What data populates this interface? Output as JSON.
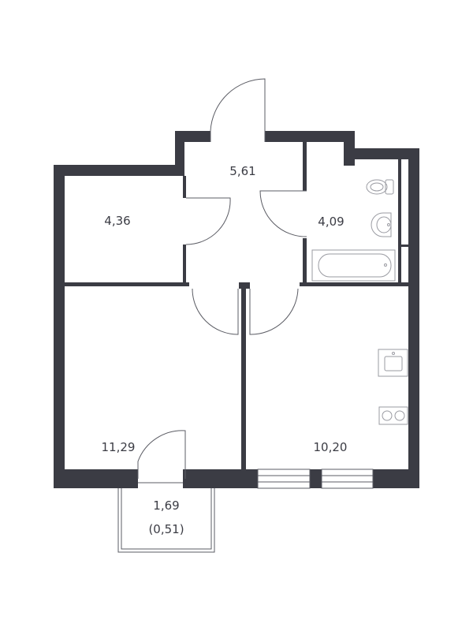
{
  "colors": {
    "wall": "#3b3c44",
    "line": "#5b5c64",
    "fixture": "#9a9ba2",
    "background": "#ffffff"
  },
  "rooms": {
    "hall": {
      "area": "5,61"
    },
    "storage": {
      "area": "4,36"
    },
    "bathroom": {
      "area": "4,09"
    },
    "bedroom": {
      "area": "11,29"
    },
    "kitchen_living": {
      "area": "10,20"
    },
    "balcony": {
      "area": "1,69",
      "area_reduced": "(0,51)"
    }
  },
  "fixtures": [
    "toilet-icon",
    "sink-icon",
    "bathtub-icon",
    "kitchen-sink-icon",
    "stove-icon"
  ]
}
